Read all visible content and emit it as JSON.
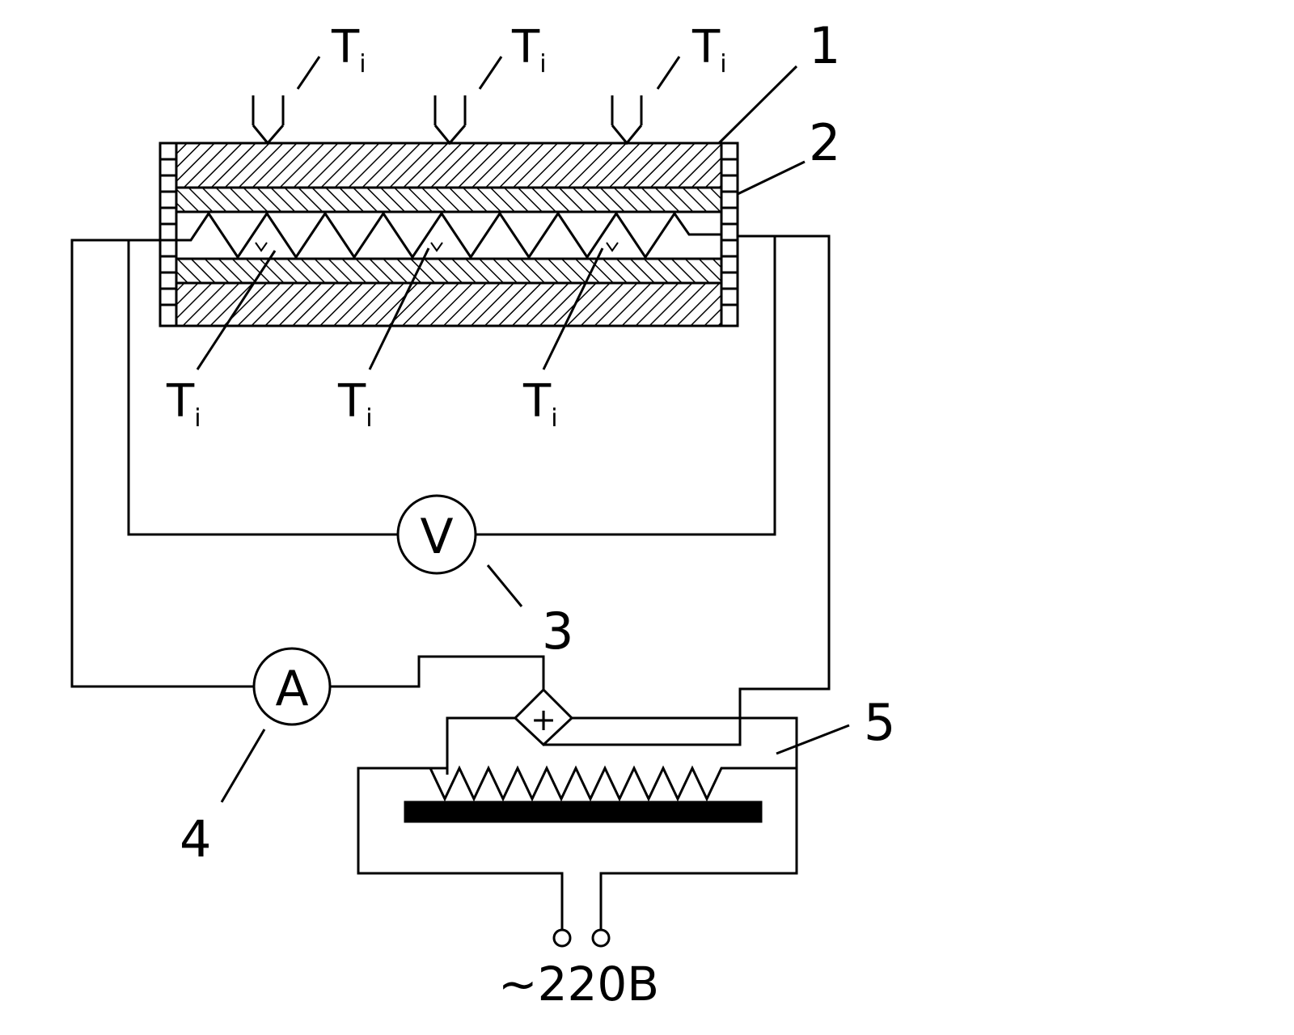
{
  "labels": {
    "thermo_top": {
      "main": "T",
      "sub": "i"
    },
    "thermo_bottom": {
      "main": "T",
      "sub": "i"
    },
    "part_1": "1",
    "part_2": "2",
    "voltmeter_symbol": "V",
    "part_3": "3",
    "ammeter_symbol": "A",
    "part_4": "4",
    "part_5": "5",
    "bridge_symbol": "+",
    "supply": "~220B"
  },
  "colors": {
    "ink": "#000000",
    "paper": "#ffffff"
  }
}
